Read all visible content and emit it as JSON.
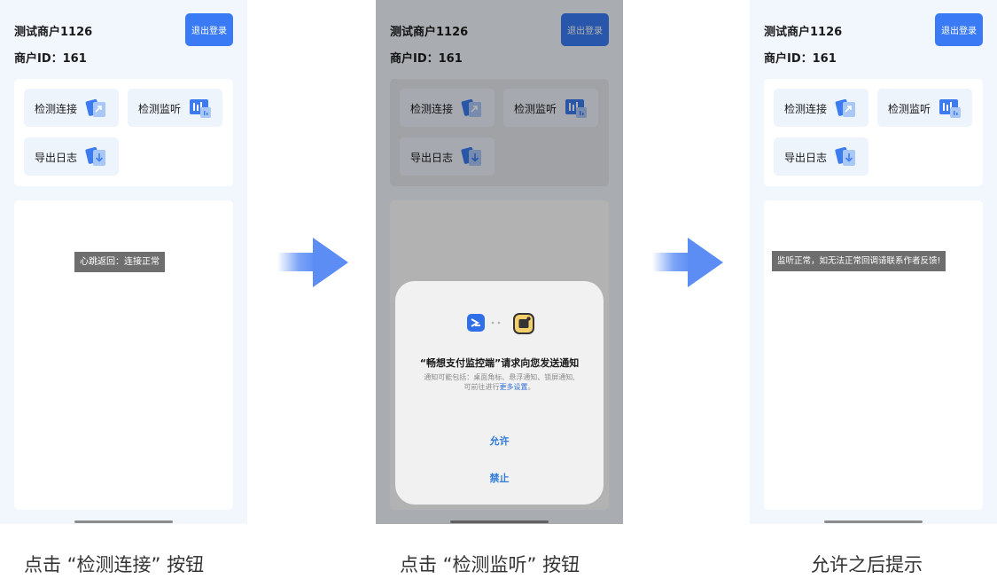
{
  "phone": {
    "merchant_name": "测试商户1126",
    "merchant_id": "商户ID：161",
    "logout_label": "退出登录",
    "buttons": {
      "check_connection": "检测连接",
      "check_listener": "检测监听",
      "export_log": "导出日志"
    }
  },
  "screens": [
    {
      "toast": "心跳返回：连接正常",
      "caption": "点击 “检测连接” 按钮"
    },
    {
      "caption": "点击 “检测监听” 按钮",
      "dialog": {
        "title": "“畅想支付监控端”请求向您发送通知",
        "desc_line1": "通知可能包括：桌面角标、悬浮通知、锁屏通知,",
        "desc_line2_prefix": "可前往进行",
        "desc_link": "更多设置",
        "desc_line2_suffix": "。",
        "allow_label": "允许",
        "deny_label": "禁止"
      }
    },
    {
      "toast": "监听正常，如无法正常回调请联系作者反馈!",
      "caption": "允许之后提示"
    }
  ],
  "colors": {
    "accent": "#3a7bf5",
    "screen_bg": "#f2f6fd",
    "button_bg": "#eef4fc",
    "toast_bg": "#6e6e6e",
    "dialog_action": "#2f7bd6",
    "arrow": "#5b8df5"
  },
  "icons": {
    "connection": "cards-link-icon",
    "listener": "bar-chart-icon",
    "export": "download-doc-icon",
    "flow": "right-arrow-icon"
  }
}
